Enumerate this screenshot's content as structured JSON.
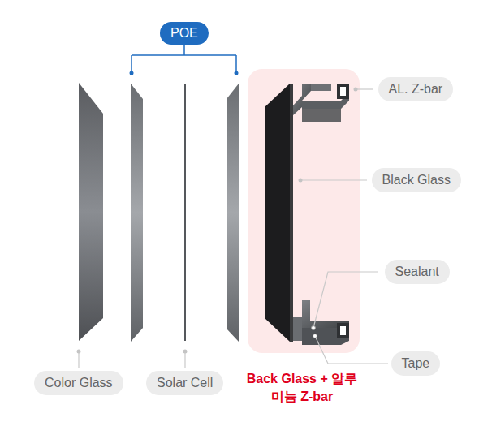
{
  "diagram": {
    "nodes": [
      {
        "text": [
          "POE"
        ]
      },
      {
        "text": [
          "AL. Z-bar"
        ]
      },
      {
        "text": [
          "Black Glass"
        ]
      },
      {
        "text": [
          "Sealant"
        ]
      },
      {
        "text": [
          "Tape"
        ]
      },
      {
        "text": [
          "Color Glass"
        ]
      },
      {
        "text": [
          "Solar Cell"
        ]
      }
    ],
    "labels": [
      "Back Glass + 알루미늄 Z-bar"
    ]
  }
}
